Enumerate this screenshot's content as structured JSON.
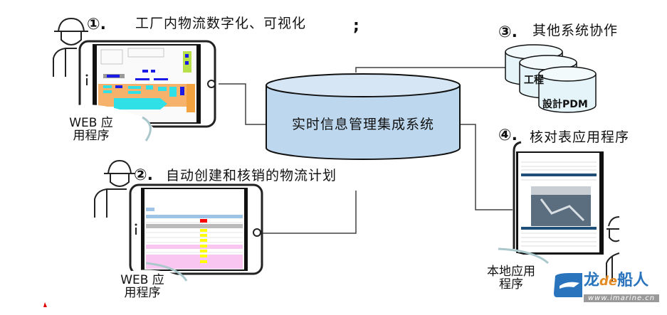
{
  "items": [
    {
      "number": "①.",
      "title": "工厂内物流数字化、可视化",
      "caption_line1": "WEB 应",
      "caption_line2": "用程序"
    },
    {
      "number": "②.",
      "title": "自动创建和核销的物流计划",
      "caption_line1": "WEB 应",
      "caption_line2": "用程序"
    },
    {
      "number": "③.",
      "title": "其他系统协作",
      "db_labels": [
        "工程",
        "設計PDM"
      ]
    },
    {
      "number": "④.",
      "title": "核对表应用程序",
      "caption_line1": "本地应用",
      "caption_line2": "程序"
    }
  ],
  "stray_mark": ";",
  "central_db": {
    "label": "实时信息管理集成系统",
    "fill": "#bdd7ee",
    "top_fill": "#d6e6f5"
  },
  "watermark": {
    "brand_left": "龙",
    "brand_de": "de",
    "brand_right": "船人",
    "url": "www.imarine.cn"
  },
  "colors": {
    "line": "#404040",
    "map_orange": "#f6b26b",
    "map_cyan": "#2fe0e6",
    "map_blue": "#1a1ae6",
    "map_green": "#b7e04a",
    "row_pink": "#f9c6f2",
    "cell_yellow": "#ffff00",
    "cell_red": "#ff0000",
    "header_blue": "#9dc3e6"
  }
}
